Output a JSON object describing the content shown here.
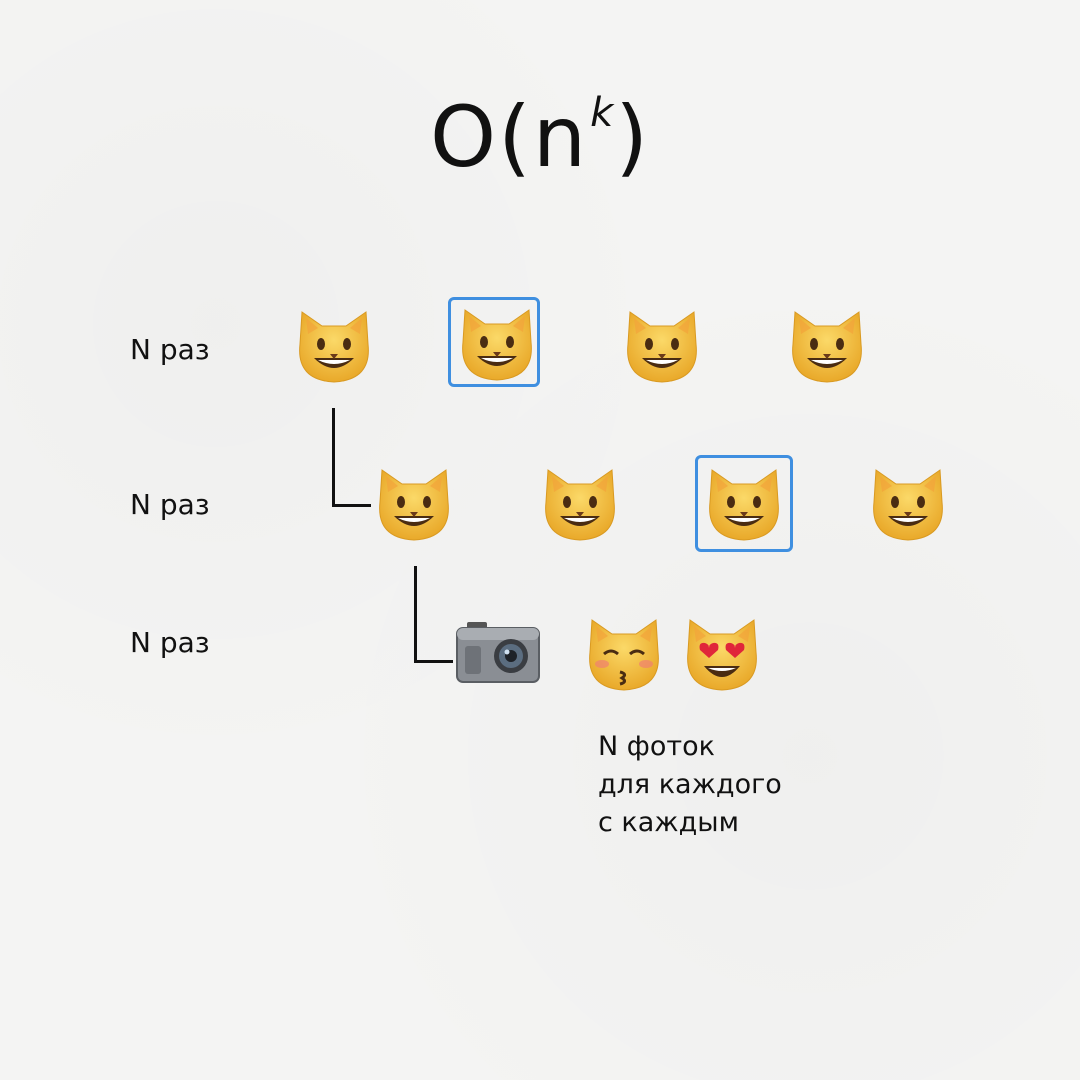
{
  "title": {
    "text": "O(n",
    "exponent": "k",
    "close": ")"
  },
  "rows": [
    {
      "label": "N раз"
    },
    {
      "label": "N раз"
    },
    {
      "label": "N раз"
    }
  ],
  "caption": [
    "N фоток",
    "для каждого",
    "с каждым"
  ],
  "icons": {
    "cat": "grinning-cat-icon",
    "camera": "camera-icon",
    "kissing_cat": "kissing-cat-icon",
    "heart_eyes_cat": "heart-eyes-cat-icon"
  },
  "colors": {
    "selection": "#3f8fe0",
    "cat_fur": "#f6c443",
    "background": "#f4f4f3"
  }
}
